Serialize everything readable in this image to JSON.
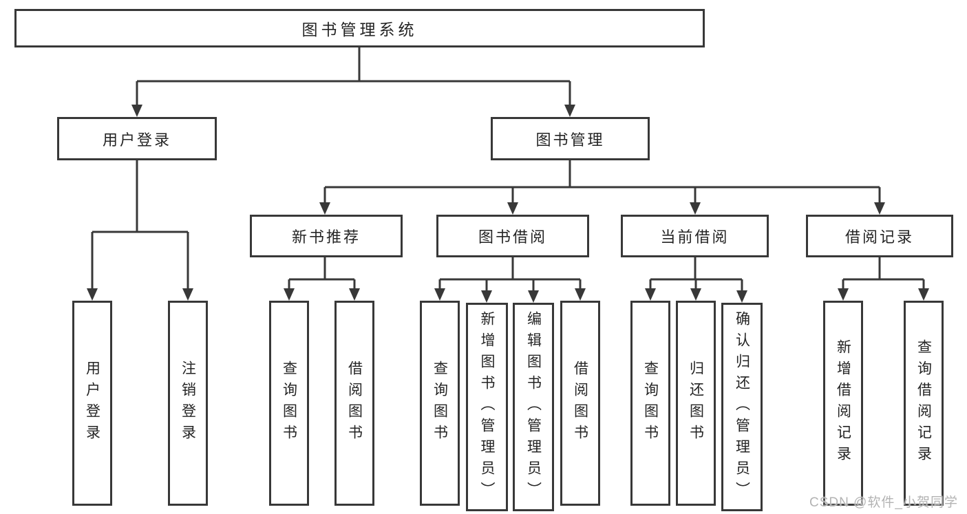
{
  "diagram": {
    "title": "图书管理系统",
    "root": {
      "label": "图书管理系统"
    },
    "level2": [
      {
        "label": "用户登录"
      },
      {
        "label": "图书管理"
      }
    ],
    "level3": [
      {
        "label": "新书推荐"
      },
      {
        "label": "图书借阅"
      },
      {
        "label": "当前借阅"
      },
      {
        "label": "借阅记录"
      }
    ],
    "leaves": {
      "login": [
        "用户登录",
        "注销登录"
      ],
      "recommend": [
        "查询图书",
        "借阅图书"
      ],
      "borrow": [
        "查询图书",
        "新增图书（管理员）",
        "编辑图书（管理员）",
        "借阅图书"
      ],
      "current": [
        "查询图书",
        "归还图书",
        "确认归还（管理员）"
      ],
      "records": [
        "新增借阅记录",
        "查询借阅记录"
      ]
    }
  },
  "watermark": {
    "text": "CSDN @软件_小贺同学"
  },
  "colors": {
    "line": "#383838",
    "box_border": "#383838",
    "text": "#242424",
    "watermark": "#b3b3b3",
    "background": "#ffffff"
  }
}
